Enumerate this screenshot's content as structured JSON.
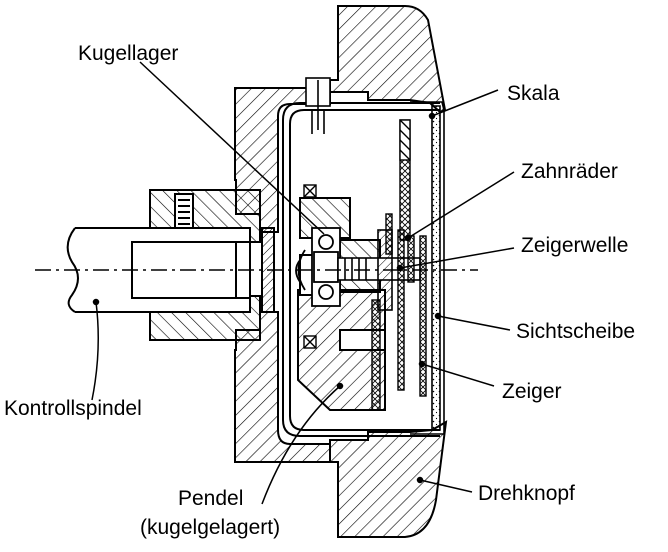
{
  "labels": {
    "kugellager": "Kugellager",
    "skala": "Skala",
    "zahnraeder": "Zahnräder",
    "zeigerwelle": "Zeigerwelle",
    "sichtscheibe": "Sichtscheibe",
    "zeiger": "Zeiger",
    "kontrollspindel": "Kontrollspindel",
    "drehknopf": "Drehknopf",
    "pendel_line1": "Pendel",
    "pendel_line2": "(kugelgelagert)"
  },
  "colors": {
    "ink": "#000000",
    "background": "#ffffff"
  }
}
